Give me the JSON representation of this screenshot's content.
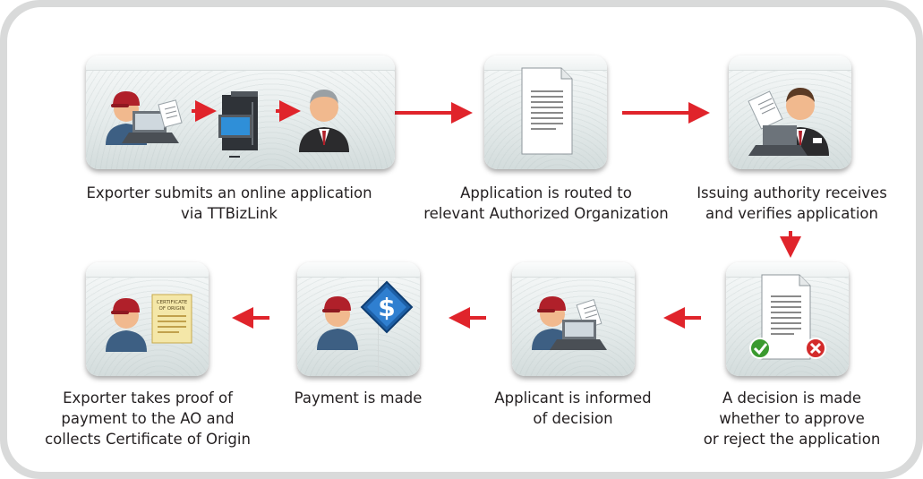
{
  "steps": [
    {
      "caption_lines": [
        "Exporter submits an online application",
        "via TTBizLink"
      ]
    },
    {
      "caption_lines": [
        "Application is routed to",
        "relevant Authorized Organization"
      ]
    },
    {
      "caption_lines": [
        "Issuing authority receives",
        "and verifies application"
      ]
    },
    {
      "caption_lines": [
        "A decision is made",
        "whether to approve",
        "or reject the application"
      ]
    },
    {
      "caption_lines": [
        "Applicant is informed",
        "of decision"
      ]
    },
    {
      "caption_lines": [
        "Payment is made"
      ]
    },
    {
      "caption_lines": [
        "Exporter takes proof of",
        "payment to the AO and",
        "collects Certificate of Origin"
      ]
    }
  ],
  "certificate_text": [
    "CERTIFICATE",
    "OF ORIGIN"
  ],
  "currency_symbol": "$",
  "colors": {
    "frame": "#d9dada",
    "arrow": "#e0242b",
    "text": "#231f20",
    "cap_red": "#b0202a",
    "shirt_blue": "#3d5f83",
    "suit": "#2b2b2d",
    "approve_green": "#3a9a2f",
    "reject_red": "#d32b2b",
    "diamond_blue": "#1d5fa6"
  }
}
